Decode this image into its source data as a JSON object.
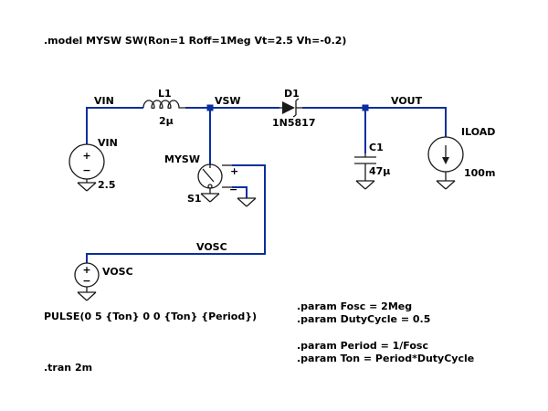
{
  "directives": {
    "model": ".model MYSW SW(Ron=1 Roff=1Meg Vt=2.5 Vh=-0.2)",
    "pulse": "PULSE(0 5 {Ton} 0 0 {Ton} {Period})",
    "param_fosc": ".param Fosc = 2Meg",
    "param_duty": ".param DutyCycle = 0.5",
    "param_period": ".param Period = 1/Fosc",
    "param_ton": ".param Ton = Period*DutyCycle",
    "tran": ".tran 2m"
  },
  "nets": {
    "vin": "VIN",
    "vsw": "VSW",
    "vout": "VOUT",
    "vosc": "VOSC"
  },
  "components": {
    "l1": {
      "name": "L1",
      "value": "2μ"
    },
    "d1": {
      "name": "D1",
      "value": "1N5817"
    },
    "c1": {
      "name": "C1",
      "value": "47μ"
    },
    "iload": {
      "name": "ILOAD",
      "value": "100m"
    },
    "vin": {
      "name": "VIN",
      "value": "2.5"
    },
    "sw": {
      "model": "MYSW",
      "name": "S1"
    },
    "vosc": {
      "name": "VOSC"
    }
  },
  "symbols": {
    "plus": "+",
    "minus": "−"
  },
  "colors": {
    "wire": "#0a2f9c",
    "component": "#1a1a1a",
    "text": "#000000",
    "background": "#ffffff"
  }
}
